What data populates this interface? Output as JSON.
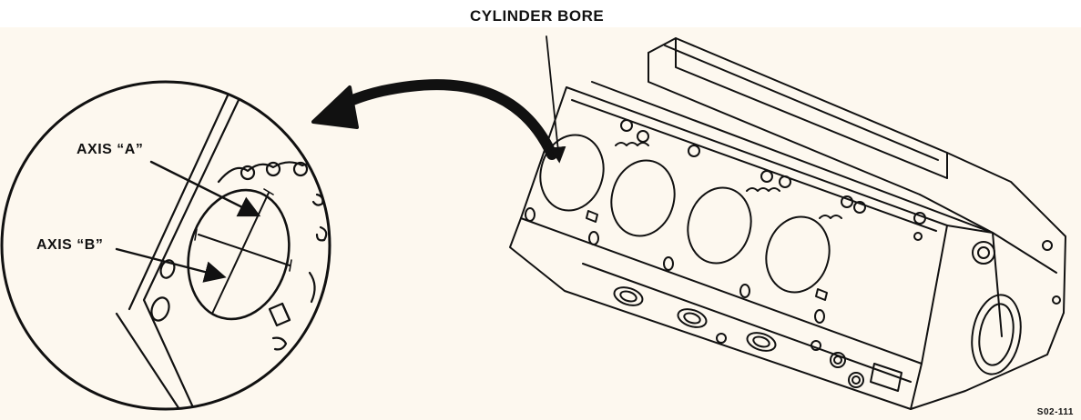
{
  "labels": {
    "cylinder_bore": "CYLINDER BORE",
    "axis_a": "AXIS “A”",
    "axis_b": "AXIS “B”",
    "figure_code": "S02-111"
  },
  "colors": {
    "ink": "#111111",
    "background": "#fdf8ef"
  }
}
